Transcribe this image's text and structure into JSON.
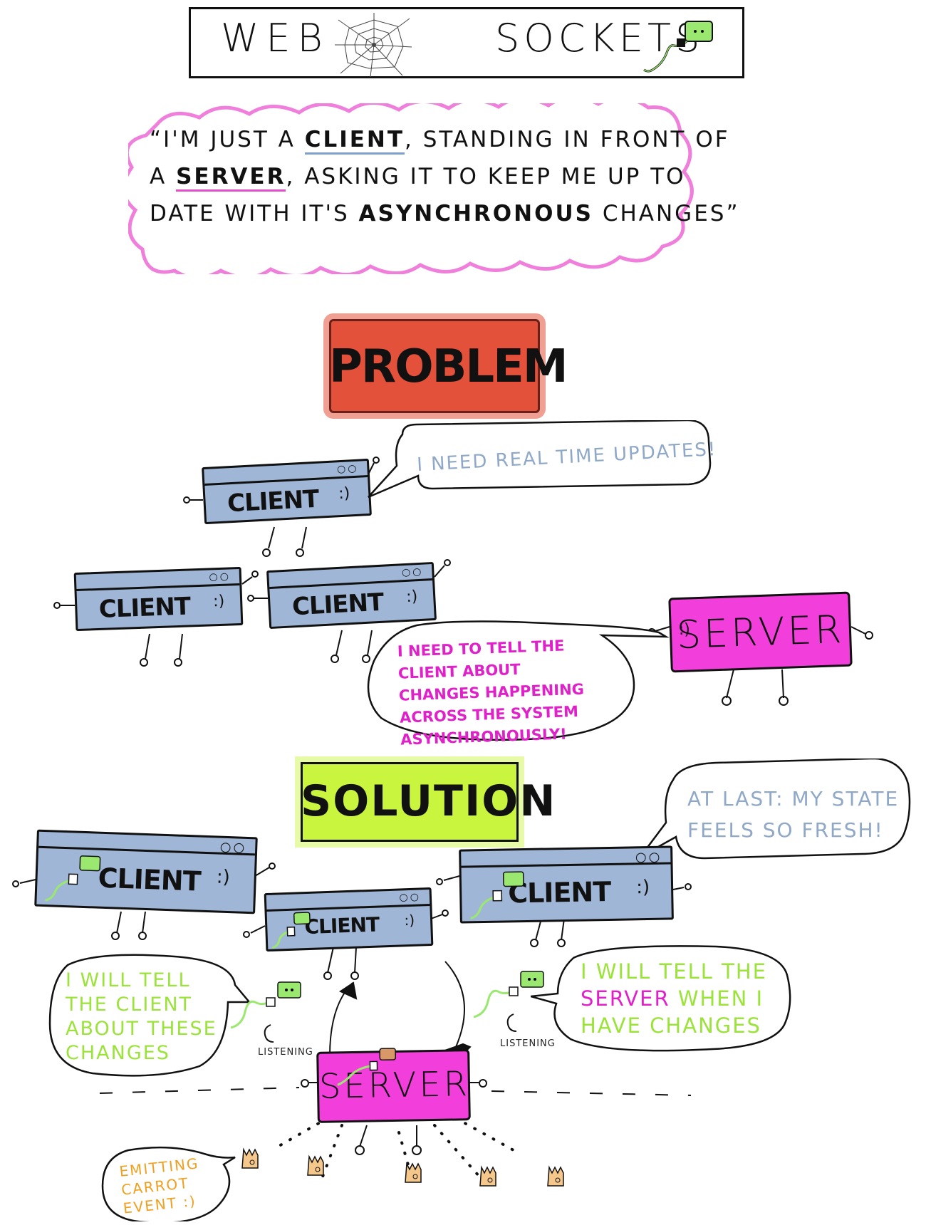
{
  "title": {
    "web": "WEB",
    "sockets": "SOCKETS"
  },
  "quote": {
    "line1_pre": "“I'M JUST A ",
    "client_word": "CLIENT",
    "line1_post": ", STANDING IN FRONT OF",
    "line2_pre": "A ",
    "server_word": "SERVER",
    "line2_post": ", ASKING IT TO KEEP ME UP TO",
    "line3_pre": "DATE WITH IT'S ",
    "async_word": "ASYNCHRONOUS",
    "line3_post": " CHANGES”"
  },
  "problem": {
    "heading": "PROBLEM",
    "client_label": "CLIENT",
    "server_label": "SERVER",
    "client_bubble": "I NEED REAL TIME UPDATES!",
    "server_bubble": "I NEED TO TELL THE CLIENT ABOUT CHANGES HAPPENING ACROSS THE SYSTEM ASYNCHRONOUSLY!"
  },
  "solution": {
    "heading": "SOLUTION",
    "client_label": "CLIENT",
    "server_label": "SERVER",
    "client_bubble": "AT LAST: MY STATE FEELS SO FRESH!",
    "server_bubble": "I WILL TELL THE CLIENT ABOUT THESE CHANGES",
    "client_send_bubble_1": "I WILL TELL THE",
    "client_send_bubble_2": "SERVER",
    "client_send_bubble_3": " WHEN I HAVE CHANGES",
    "listening_left": "LISTENING",
    "listening_right": "LISTENING",
    "emitting_bubble": "EMITTING CARROT EVENT :)"
  },
  "colors": {
    "client": "#9fb6d6",
    "server": "#f23fdc",
    "problem": "#e4513b",
    "solution": "#c9f53f",
    "quote_cloud": "#f07fdc",
    "green_text": "#9be33a",
    "orange_text": "#f0a020",
    "blue_text": "#8fa8c8",
    "pink_text": "#e020c8"
  },
  "icons": [
    "spider-web-icon",
    "plug-icon",
    "outlet-icon",
    "carrot-icon",
    "smiley-icon"
  ]
}
